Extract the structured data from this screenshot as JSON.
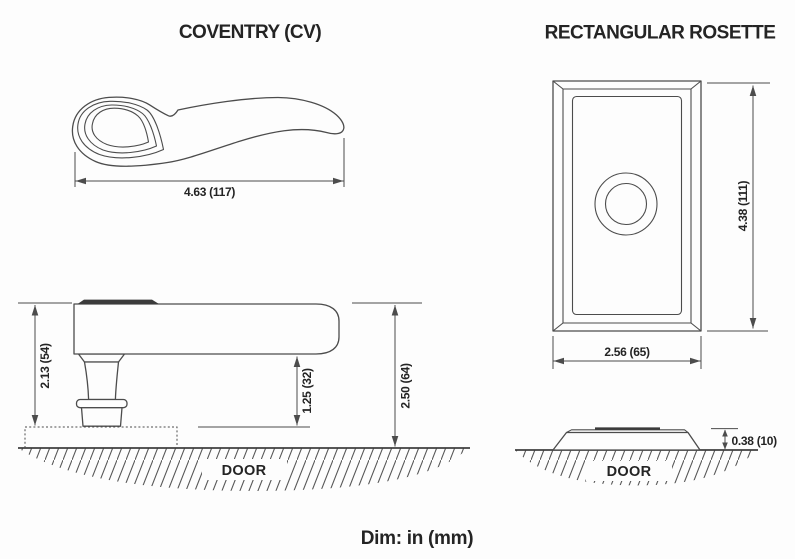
{
  "coventry": {
    "title": "COVENTRY (CV)",
    "top_view": {
      "length_dim": "4.63 (117)"
    },
    "side_view": {
      "height_above_rose_dim": "2.13 (54)",
      "clearance_dim": "1.25 (32)",
      "projection_dim": "2.50 (64)",
      "door_label": "DOOR"
    }
  },
  "rosette": {
    "title": "RECTANGULAR ROSETTE",
    "front_view": {
      "height_dim": "4.38 (111)",
      "width_dim": "2.56 (65)"
    },
    "side_view": {
      "thickness_dim": "0.38 (10)",
      "door_label": "DOOR"
    }
  },
  "footer": {
    "units_note": "Dim: in (mm)"
  },
  "colors": {
    "line": "#4c4c4c",
    "text": "#242424",
    "dark_fill": "#3b3b3b",
    "background": "#fdfdfd"
  }
}
